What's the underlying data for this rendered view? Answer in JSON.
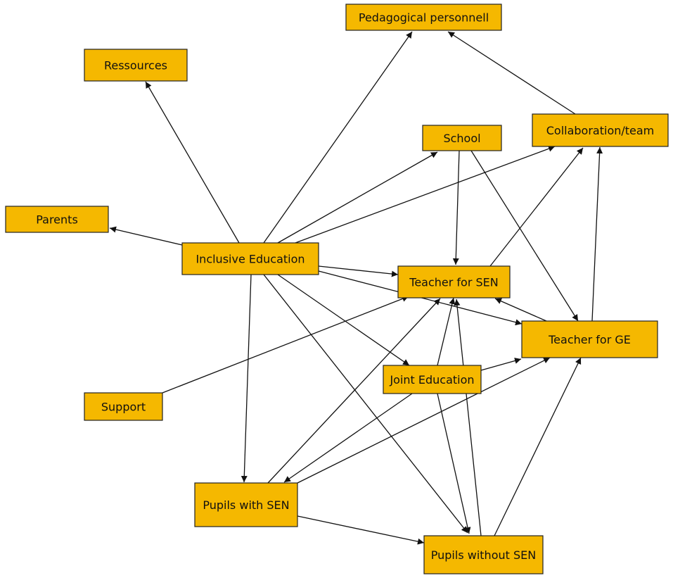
{
  "diagram": {
    "colors": {
      "node_fill": "#f5b800",
      "node_stroke": "#222222",
      "edge": "#111111",
      "background": "#ffffff"
    },
    "nodes": [
      {
        "id": "pedagogical",
        "label": "Pedagogical personnell"
      },
      {
        "id": "ressources",
        "label": "Ressources"
      },
      {
        "id": "school",
        "label": "School"
      },
      {
        "id": "collab",
        "label": "Collaboration/team"
      },
      {
        "id": "parents",
        "label": "Parents"
      },
      {
        "id": "inclusive",
        "label": "Inclusive Education"
      },
      {
        "id": "tsen",
        "label": "Teacher for SEN"
      },
      {
        "id": "tge",
        "label": "Teacher for GE"
      },
      {
        "id": "joint",
        "label": "Joint Education"
      },
      {
        "id": "support",
        "label": "Support"
      },
      {
        "id": "pwsen",
        "label": "Pupils with SEN"
      },
      {
        "id": "pwosen",
        "label": "Pupils without SEN"
      }
    ],
    "edges": [
      {
        "from": "inclusive",
        "to": "ressources"
      },
      {
        "from": "inclusive",
        "to": "pedagogical"
      },
      {
        "from": "inclusive",
        "to": "parents"
      },
      {
        "from": "inclusive",
        "to": "school"
      },
      {
        "from": "inclusive",
        "to": "collab"
      },
      {
        "from": "inclusive",
        "to": "tsen"
      },
      {
        "from": "inclusive",
        "to": "tge"
      },
      {
        "from": "inclusive",
        "to": "joint"
      },
      {
        "from": "inclusive",
        "to": "pwsen"
      },
      {
        "from": "inclusive",
        "to": "pwosen"
      },
      {
        "from": "collab",
        "to": "pedagogical"
      },
      {
        "from": "school",
        "to": "tsen"
      },
      {
        "from": "school",
        "to": "tge"
      },
      {
        "from": "tsen",
        "to": "collab"
      },
      {
        "from": "tge",
        "to": "collab"
      },
      {
        "from": "tge",
        "to": "tsen"
      },
      {
        "from": "support",
        "to": "tsen"
      },
      {
        "from": "joint",
        "to": "tsen"
      },
      {
        "from": "joint",
        "to": "tge"
      },
      {
        "from": "joint",
        "to": "pwsen"
      },
      {
        "from": "joint",
        "to": "pwosen"
      },
      {
        "from": "pwsen",
        "to": "tsen"
      },
      {
        "from": "pwsen",
        "to": "tge"
      },
      {
        "from": "pwsen",
        "to": "pwosen"
      },
      {
        "from": "pwosen",
        "to": "tsen"
      },
      {
        "from": "pwosen",
        "to": "tge"
      }
    ]
  }
}
